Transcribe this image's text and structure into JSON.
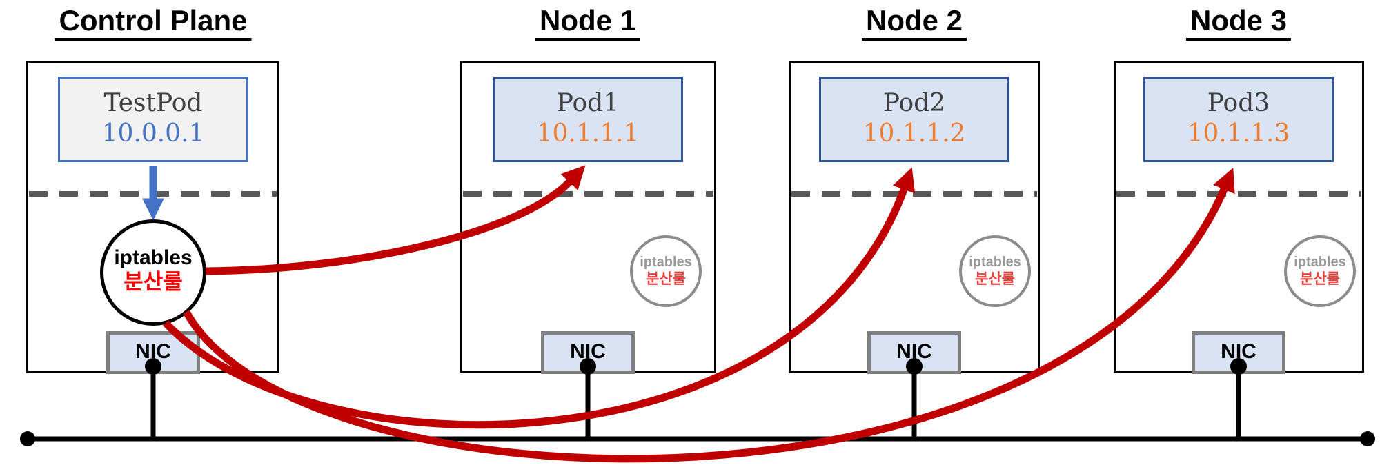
{
  "columns": [
    {
      "title": "Control Plane",
      "pod_name": "TestPod",
      "pod_ip": "10.0.0.1",
      "iptables_label": "iptables",
      "rule_label": "분산룰",
      "nic_label": "NIC"
    },
    {
      "title": "Node 1",
      "pod_name": "Pod1",
      "pod_ip": "10.1.1.1",
      "iptables_label": "iptables",
      "rule_label": "분산룰",
      "nic_label": "NIC"
    },
    {
      "title": "Node 2",
      "pod_name": "Pod2",
      "pod_ip": "10.1.1.2",
      "iptables_label": "iptables",
      "rule_label": "분산룰",
      "nic_label": "NIC"
    },
    {
      "title": "Node 3",
      "pod_name": "Pod3",
      "pod_ip": "10.1.1.3",
      "iptables_label": "iptables",
      "rule_label": "분산룰",
      "nic_label": "NIC"
    }
  ],
  "connections": {
    "blue_arrow": {
      "from": "TestPod",
      "to": "iptables 분산룰 (Control Plane)"
    },
    "red_arrows": [
      {
        "from": "Control Plane iptables 분산룰",
        "to": "Pod1 10.1.1.1"
      },
      {
        "from": "Control Plane iptables 분산룰",
        "to": "Pod2 10.1.1.2"
      },
      {
        "from": "Control Plane iptables 분산룰",
        "to": "Pod3 10.1.1.3"
      }
    ]
  },
  "colors": {
    "control_plane_ip": "#4472c4",
    "node_pod_ip": "#ed7d31",
    "rule_text_red": "#ff0000",
    "red_arrow": "#c00000",
    "blue_arrow": "#4472c4",
    "pod_fill_control_plane": "#f2f2f2",
    "pod_fill_node": "#dae3f3",
    "pod_border_control_plane": "#4472c4",
    "pod_border_node": "#2f5597",
    "nic_fill": "#dae3f3",
    "nic_border": "#7f7f7f",
    "node_circle_border": "#8c8c8c",
    "dashed_line": "#595959",
    "bus_line": "#000000"
  }
}
